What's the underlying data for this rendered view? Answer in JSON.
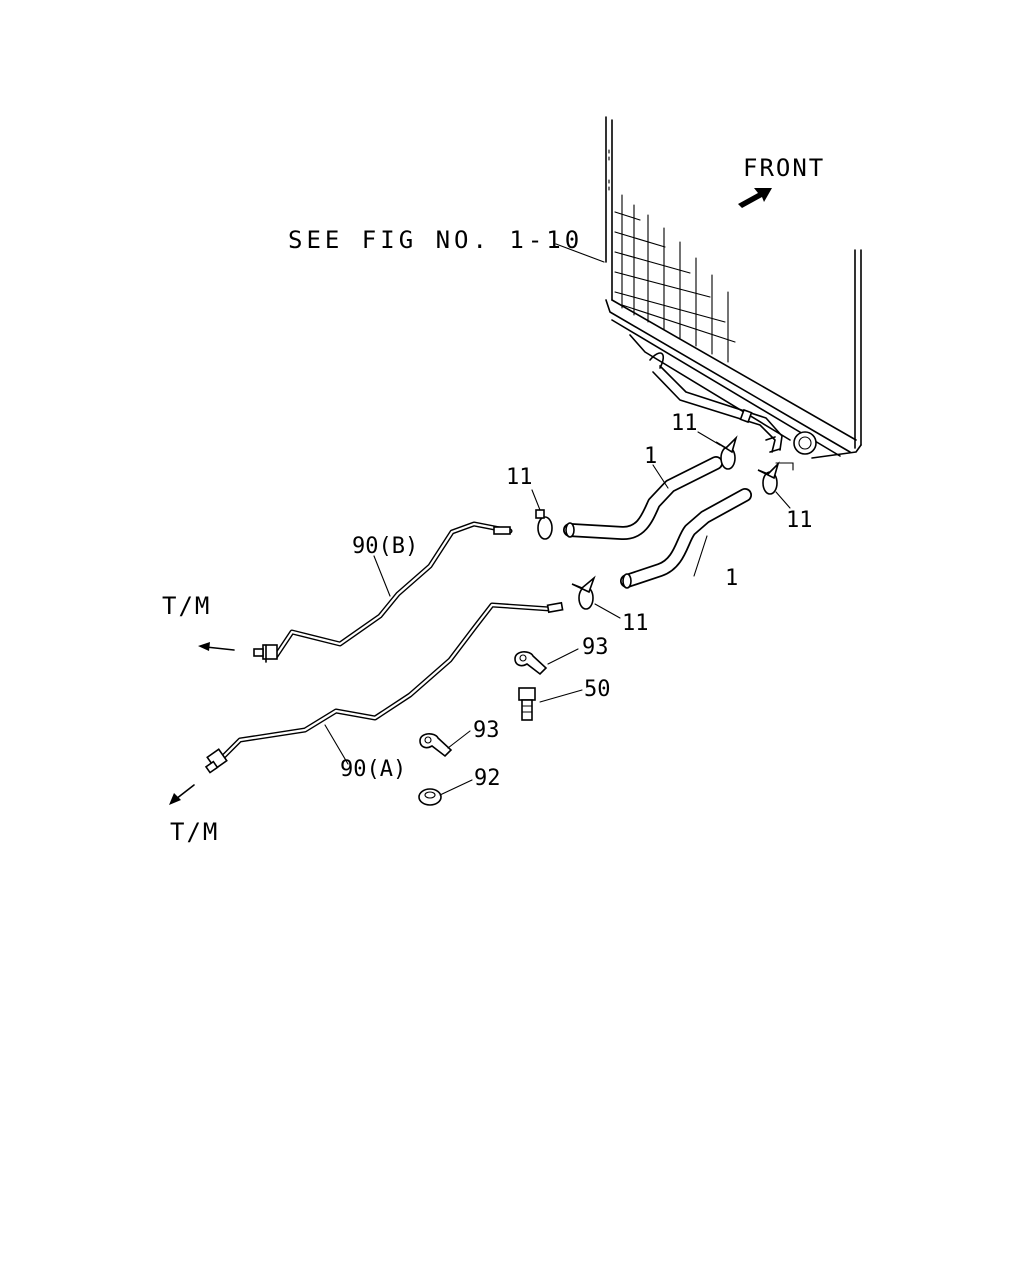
{
  "diagram": {
    "reference": "SEE FIG NO. 1-10",
    "direction_label": "FRONT",
    "destinations": [
      "T/M",
      "T/M"
    ],
    "callouts": {
      "hose_upper": "1",
      "hose_lower": "1",
      "clamp_radiator_upper": "11",
      "clamp_radiator_lower": "11",
      "clamp_pipe_b": "11",
      "clamp_pipe_a": "11",
      "pipe_b": "90(B)",
      "pipe_a": "90(A)",
      "clip_upper": "93",
      "clip_lower": "93",
      "bolt": "50",
      "nut": "92"
    }
  }
}
